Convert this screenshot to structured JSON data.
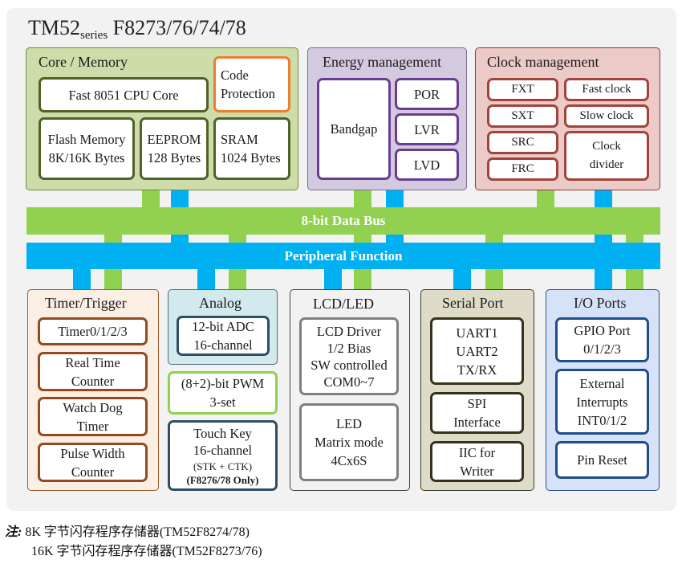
{
  "title": {
    "prefix": "TM52",
    "sub": "series",
    "models": "F8273/76/74/78"
  },
  "buses": {
    "data_bus": "8-bit Data Bus",
    "peripheral": "Peripheral Function"
  },
  "colors": {
    "data_bus": "#92d050",
    "peripheral_bus": "#00b0f0"
  },
  "core": {
    "label": "Core / Memory",
    "cpu": "Fast 8051 CPU Core",
    "protection": "Code\nProtection",
    "flash": "Flash Memory\n8K/16K Bytes",
    "eeprom": "EEPROM\n128 Bytes",
    "sram": "SRAM\n1024 Bytes"
  },
  "energy": {
    "label": "Energy management",
    "bandgap": "Bandgap",
    "por": "POR",
    "lvr": "LVR",
    "lvd": "LVD"
  },
  "clock": {
    "label": "Clock management",
    "fxt": "FXT",
    "sxt": "SXT",
    "src": "SRC",
    "frc": "FRC",
    "fast": "Fast clock",
    "slow": "Slow clock",
    "divider": "Clock\ndivider"
  },
  "timer": {
    "label": "Timer/Trigger",
    "items": [
      "Timer0/1/2/3",
      "Real Time\nCounter",
      "Watch Dog\nTimer",
      "Pulse Width\nCounter"
    ]
  },
  "analog": {
    "label": "Analog",
    "adc": "12-bit ADC\n16-channel",
    "pwm": "(8+2)-bit PWM\n3-set",
    "touch_l1": "Touch Key\n16-channel",
    "touch_l2": "(STK + CTK)",
    "touch_l3": "(F8276/78 Only)"
  },
  "lcd": {
    "label": "LCD/LED",
    "driver": "LCD Driver\n1/2 Bias\nSW controlled\nCOM0~7",
    "led": "LED\nMatrix mode\n4Cx6S"
  },
  "serial": {
    "label": "Serial Port",
    "uart": "UART1\nUART2\nTX/RX",
    "spi": "SPI\nInterface",
    "iic": "IIC for\nWriter"
  },
  "io": {
    "label": "I/O Ports",
    "gpio": "GPIO Port\n0/1/2/3",
    "ext": "External\nInterrupts\nINT0/1/2",
    "reset": "Pin Reset"
  },
  "notes": {
    "label": "注:",
    "line1": "8K 字节闪存程序存储器(TM52F8274/78)",
    "line2": "16K 字节闪存程序存储器(TM52F8273/76)"
  }
}
